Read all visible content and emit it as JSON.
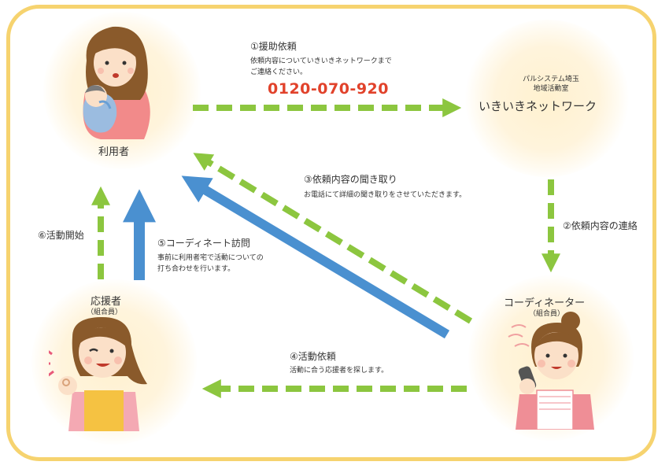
{
  "nodes": {
    "user": {
      "label": "利用者"
    },
    "network": {
      "subtitle_line1": "パルシステム埼玉",
      "subtitle_line2": "地域活動室",
      "name": "いきいきネットワーク"
    },
    "coordinator": {
      "label": "コーディネーター",
      "sub": "（組合員）"
    },
    "supporter": {
      "label": "応援者",
      "sub": "（組合員）"
    }
  },
  "steps": {
    "s1": {
      "title": "①援助依頼",
      "desc_line1": "依頼内容についていきいきネットワークまで",
      "desc_line2": "ご連絡ください。",
      "phone": "0120-070-920"
    },
    "s2": {
      "title": "②依頼内容の連絡"
    },
    "s3": {
      "title": "③依頼内容の聞き取り",
      "desc": "お電話にて詳細の聞き取りをさせていただきます。"
    },
    "s4": {
      "title": "④活動依頼",
      "desc": "活動に合う応援者を探します。"
    },
    "s5": {
      "title": "⑤コーディネート訪問",
      "desc_line1": "事前に利用者宅で活動についての",
      "desc_line2": "打ち合わせを行います。"
    },
    "s6": {
      "title": "⑥活動開始"
    }
  },
  "colors": {
    "frame": "#f6d36f",
    "green_arrow": "#8cc63f",
    "blue_arrow": "#4a90d0",
    "phone": "#e1422b"
  }
}
